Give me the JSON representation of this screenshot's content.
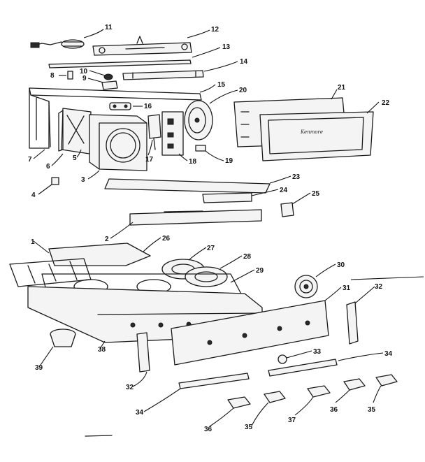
{
  "diagram": {
    "brand_script": "Kenmore",
    "callouts": [
      {
        "id": "c1",
        "label": "1"
      },
      {
        "id": "c2",
        "label": "2"
      },
      {
        "id": "c3",
        "label": "3"
      },
      {
        "id": "c4",
        "label": "4"
      },
      {
        "id": "c5",
        "label": "5"
      },
      {
        "id": "c6",
        "label": "6"
      },
      {
        "id": "c7",
        "label": "7"
      },
      {
        "id": "c8",
        "label": "8"
      },
      {
        "id": "c9",
        "label": "9"
      },
      {
        "id": "c10",
        "label": "10"
      },
      {
        "id": "c11",
        "label": "11"
      },
      {
        "id": "c12",
        "label": "12"
      },
      {
        "id": "c13",
        "label": "13"
      },
      {
        "id": "c14",
        "label": "14"
      },
      {
        "id": "c15",
        "label": "15"
      },
      {
        "id": "c16",
        "label": "16"
      },
      {
        "id": "c17",
        "label": "17"
      },
      {
        "id": "c18",
        "label": "18"
      },
      {
        "id": "c19",
        "label": "19"
      },
      {
        "id": "c20",
        "label": "20"
      },
      {
        "id": "c21",
        "label": "21"
      },
      {
        "id": "c22",
        "label": "22"
      },
      {
        "id": "c23",
        "label": "23"
      },
      {
        "id": "c24",
        "label": "24"
      },
      {
        "id": "c25",
        "label": "25"
      },
      {
        "id": "c26",
        "label": "26"
      },
      {
        "id": "c27",
        "label": "27"
      },
      {
        "id": "c28",
        "label": "28"
      },
      {
        "id": "c29",
        "label": "29"
      },
      {
        "id": "c30",
        "label": "30"
      },
      {
        "id": "c31",
        "label": "31"
      },
      {
        "id": "c32a",
        "label": "32"
      },
      {
        "id": "c32b",
        "label": "32"
      },
      {
        "id": "c33",
        "label": "33"
      },
      {
        "id": "c34a",
        "label": "34"
      },
      {
        "id": "c34b",
        "label": "34"
      },
      {
        "id": "c35a",
        "label": "35"
      },
      {
        "id": "c35b",
        "label": "35"
      },
      {
        "id": "c36a",
        "label": "36"
      },
      {
        "id": "c36b",
        "label": "36"
      },
      {
        "id": "c37",
        "label": "37"
      },
      {
        "id": "c38",
        "label": "38"
      },
      {
        "id": "c39",
        "label": "39"
      }
    ]
  }
}
